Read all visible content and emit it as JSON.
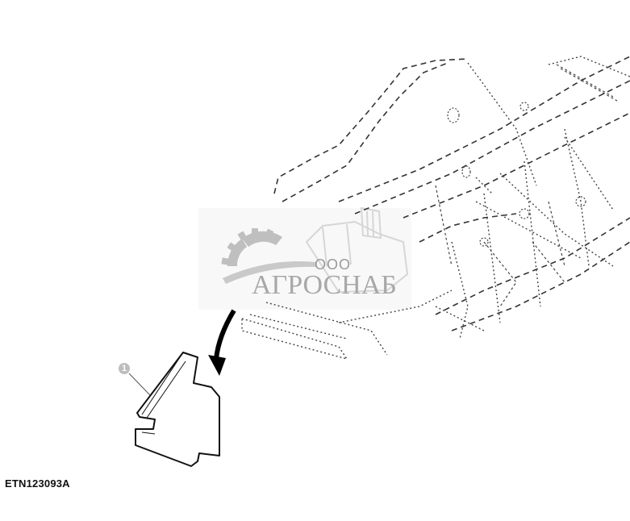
{
  "figure": {
    "id_label": "ETN123093A",
    "callouts": [
      {
        "number": "1",
        "target": "bracket-part"
      }
    ]
  },
  "watermark": {
    "prefix": "ООО",
    "name": "АГРОСНАБ",
    "color": "#a8a8a8"
  },
  "colors": {
    "line": "#222222",
    "dash": "#555555",
    "background": "#ffffff"
  }
}
